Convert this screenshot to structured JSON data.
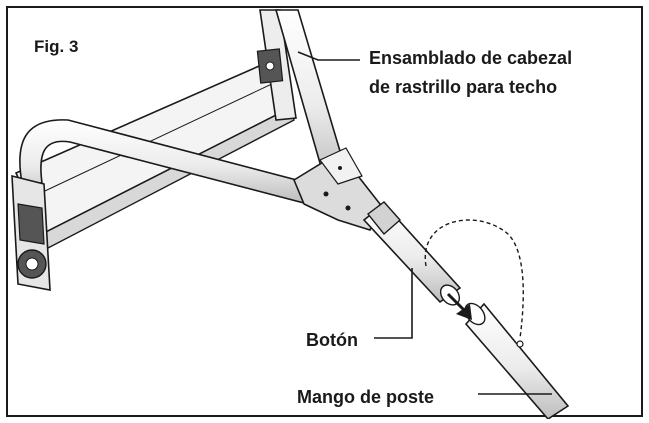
{
  "figure": {
    "fig_label": "Fig. 3",
    "labels": {
      "head_assembly_line1": "Ensamblado de cabezal",
      "head_assembly_line2": "de rastrillo para techo",
      "button": "Botón",
      "pole_handle": "Mango de poste"
    },
    "colors": {
      "ink": "#1a1a1a",
      "frame_fill": "#ffffff",
      "shade": "#d8d8d8",
      "dark_part": "#555555"
    },
    "icons": [
      "arrow-icon"
    ]
  }
}
